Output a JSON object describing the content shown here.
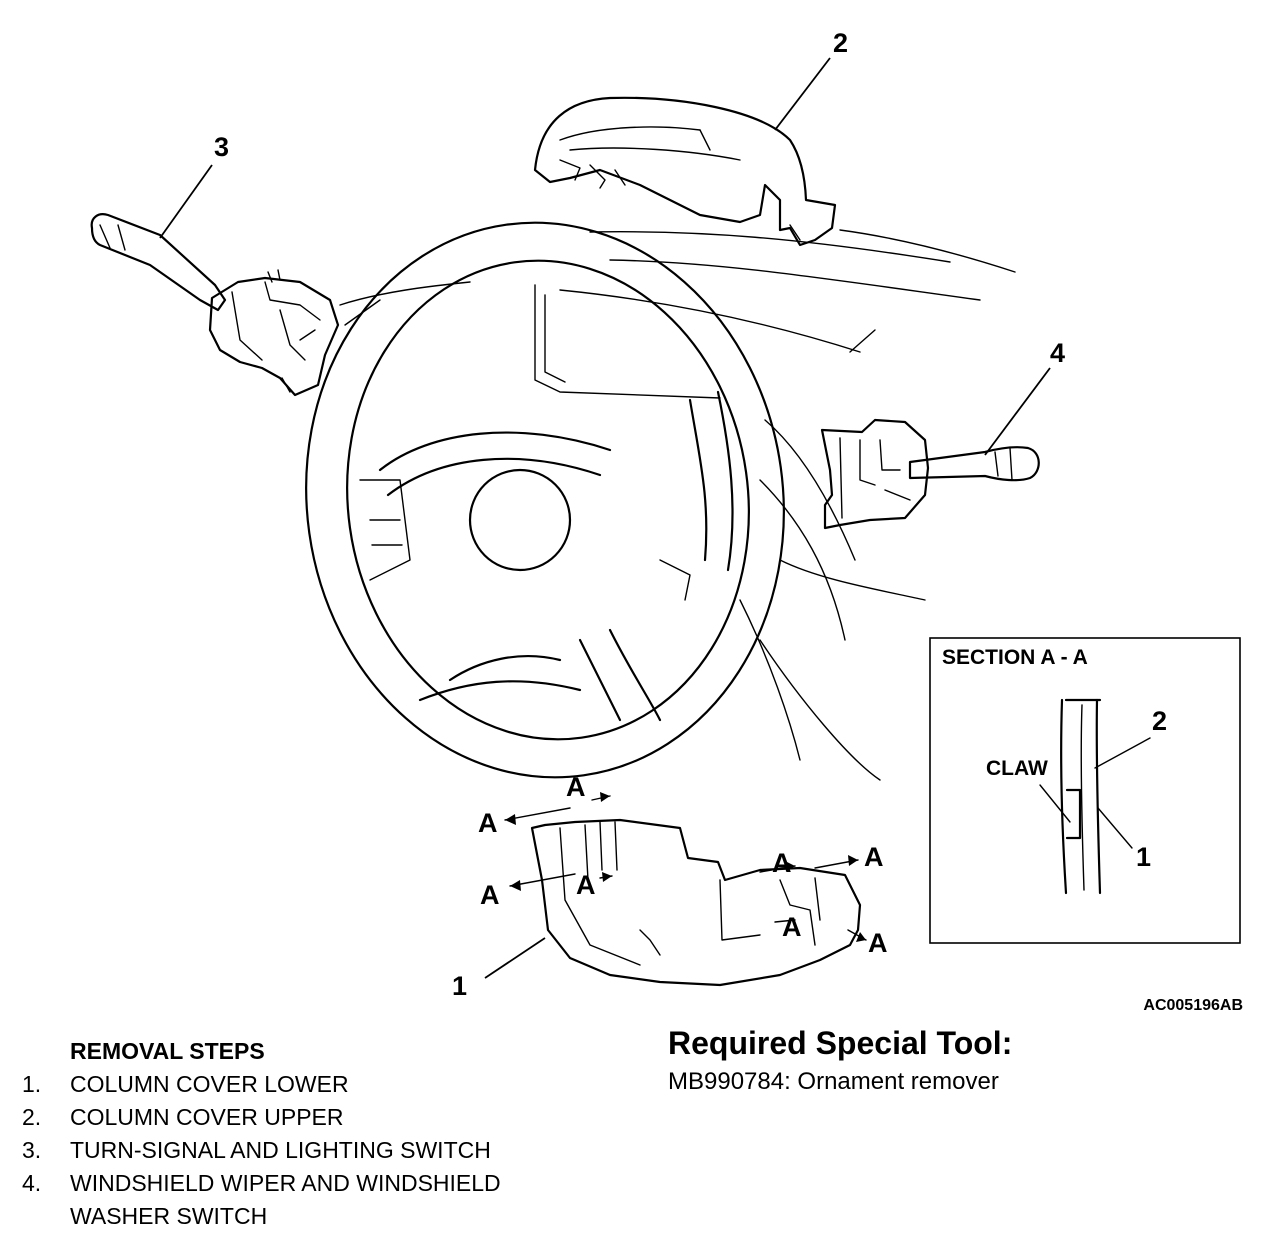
{
  "figure": {
    "callouts": [
      "1",
      "2",
      "3",
      "4"
    ],
    "section_marker": "A",
    "section": {
      "title": "SECTION A - A",
      "claw_label": "CLAW",
      "label_2": "2",
      "label_1": "1"
    },
    "figure_code": "AC005196AB"
  },
  "removal": {
    "heading": "REMOVAL STEPS",
    "steps": [
      {
        "num": "1.",
        "text": "COLUMN COVER LOWER"
      },
      {
        "num": "2.",
        "text": "COLUMN COVER UPPER"
      },
      {
        "num": "3.",
        "text": "TURN-SIGNAL AND LIGHTING SWITCH"
      },
      {
        "num": "4.",
        "text": "WINDSHIELD WIPER AND WINDSHIELD"
      }
    ],
    "step4_continuation": "WASHER SWITCH"
  },
  "special_tool": {
    "heading": "Required Special Tool:",
    "item": "MB990784: Ornament remover"
  }
}
